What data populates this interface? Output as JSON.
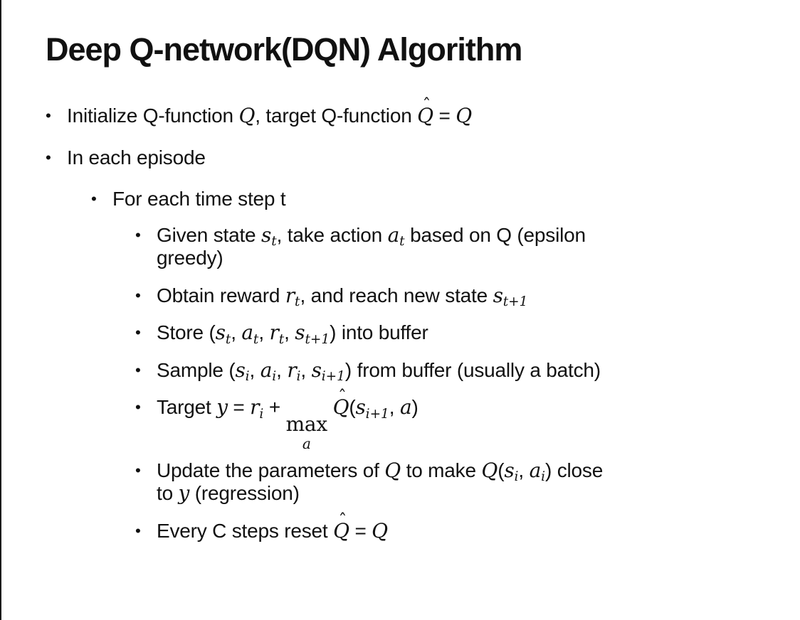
{
  "slide": {
    "title": "Deep Q-network(DQN) Algorithm",
    "bullets": [
      {
        "level": 1,
        "segments": [
          {
            "t": "Initialize Q-function "
          },
          {
            "i": "Q"
          },
          {
            "t": ", target Q-function "
          },
          {
            "hat": "Q"
          },
          {
            "t": " = "
          },
          {
            "i": "Q"
          }
        ]
      },
      {
        "level": 1,
        "segments": [
          {
            "t": "In each episode"
          }
        ]
      },
      {
        "level": 2,
        "segments": [
          {
            "t": "For each time step t"
          }
        ]
      },
      {
        "level": 3,
        "segments": [
          {
            "t": "Given state "
          },
          {
            "i": "s"
          },
          {
            "sub": "t"
          },
          {
            "t": ", take action "
          },
          {
            "i": "a"
          },
          {
            "sub": "t"
          },
          {
            "t": " based on Q (epsilon"
          },
          {
            "br": true
          },
          {
            "t": "greedy)"
          }
        ]
      },
      {
        "level": 3,
        "segments": [
          {
            "t": "Obtain reward "
          },
          {
            "i": "r"
          },
          {
            "sub": "t"
          },
          {
            "t": ", and reach new state "
          },
          {
            "i": "s"
          },
          {
            "sub": "t+1"
          }
        ]
      },
      {
        "level": 3,
        "segments": [
          {
            "t": "Store ("
          },
          {
            "i": "s"
          },
          {
            "sub": "t"
          },
          {
            "t": ", "
          },
          {
            "i": "a"
          },
          {
            "sub": "t"
          },
          {
            "t": ", "
          },
          {
            "i": "r"
          },
          {
            "sub": "t"
          },
          {
            "t": ", "
          },
          {
            "i": "s"
          },
          {
            "sub": "t+1"
          },
          {
            "t": ") into buffer"
          }
        ]
      },
      {
        "level": 3,
        "segments": [
          {
            "t": "Sample ("
          },
          {
            "i": "s"
          },
          {
            "sub": "i"
          },
          {
            "t": ", "
          },
          {
            "i": "a"
          },
          {
            "sub": "i"
          },
          {
            "t": ", "
          },
          {
            "i": "r"
          },
          {
            "sub": "i"
          },
          {
            "t": ", "
          },
          {
            "i": "s"
          },
          {
            "sub": "i+1"
          },
          {
            "t": ") from buffer (usually a batch)"
          }
        ]
      },
      {
        "level": 3,
        "segments": [
          {
            "t": "Target "
          },
          {
            "i": "y"
          },
          {
            "t": " = "
          },
          {
            "i": "r"
          },
          {
            "sub": "i"
          },
          {
            "t": " + "
          },
          {
            "max": {
              "fn": "max",
              "under": "a"
            }
          },
          {
            "t": " "
          },
          {
            "hat": "Q"
          },
          {
            "t": "("
          },
          {
            "i": "s"
          },
          {
            "sub": "i+1"
          },
          {
            "t": ", "
          },
          {
            "i": "a"
          },
          {
            "t": ")"
          }
        ]
      },
      {
        "level": 3,
        "segments": [
          {
            "t": "Update the parameters of "
          },
          {
            "i": "Q"
          },
          {
            "t": " to make "
          },
          {
            "i": "Q"
          },
          {
            "t": "("
          },
          {
            "i": "s"
          },
          {
            "sub": "i"
          },
          {
            "t": ", "
          },
          {
            "i": "a"
          },
          {
            "sub": "i"
          },
          {
            "t": ") close"
          },
          {
            "br": true
          },
          {
            "t": "to "
          },
          {
            "i": "y"
          },
          {
            "t": " (regression)"
          }
        ]
      },
      {
        "level": 3,
        "segments": [
          {
            "t": "Every C steps reset "
          },
          {
            "hat": "Q"
          },
          {
            "t": " = "
          },
          {
            "i": "Q"
          }
        ]
      }
    ]
  }
}
